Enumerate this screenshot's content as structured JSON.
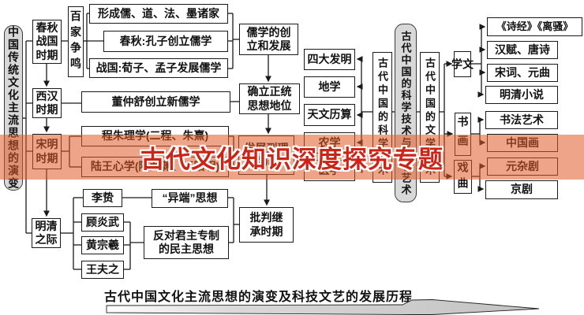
{
  "banner": {
    "text": "古代文化知识深度探究专题",
    "bg_color": "#e05a28",
    "text_color": "#cd2418"
  },
  "footer": {
    "title": "古代中国文化主流思想的演变及科技文艺的发展历程"
  },
  "thought": {
    "root": "中国传统文化主流思想的演变",
    "periods": {
      "chunqiu_zhanguo": "春秋\n战国\n时期",
      "xihan": "西汉\n时期",
      "songming": "宋明\n时期",
      "mingqing": "明清\n之际"
    },
    "baijia": "百家争鸣",
    "xingcheng": "形成儒、道、法、墨诸家",
    "kongzi": "春秋:孔子创立儒学",
    "xunzi_mengzi": "战国:荀子、孟子发展儒学",
    "ruxue_chuangli": "儒学的创\n立和发展",
    "dongzhongshu": "董仲舒创立新儒学",
    "queli": "确立正统\n思想地位",
    "chengzhu": "程朱理学(二程、朱熹)",
    "luwang": "陆王心学(陆九渊、王阳明)",
    "fazhan": "发展到理\n学阶段",
    "lizhi": "李贽",
    "guyanwu": "顾炎武",
    "huangzongxi": "黄宗羲",
    "wangfuzhi": "王夫之",
    "yiduan": "“异端”思想",
    "fandui": "反对君主专制\n的民主思想",
    "pipan": "批判继\n承时期"
  },
  "sci_art": {
    "hub": "古代中国的科学技术与文学艺术",
    "science": {
      "root": "古代中国的科学技术",
      "sida": "四大发明",
      "dixue": "地学",
      "tianwen": "天文历算",
      "nongxue": "农学",
      "yixue": "医学"
    },
    "literature": {
      "root": "古代中国的文学艺术",
      "wenxue": "文学",
      "shuhua": "书画",
      "xiqu": "戏曲",
      "shijing": "《诗经》《离骚》",
      "hanfu": "汉赋、唐诗",
      "songci": "宋词、元曲",
      "xiaoshuo": "明清小说",
      "shufa": "书法艺术",
      "guohua": "中国画",
      "zaju": "元杂剧",
      "jingju": "京剧"
    }
  }
}
